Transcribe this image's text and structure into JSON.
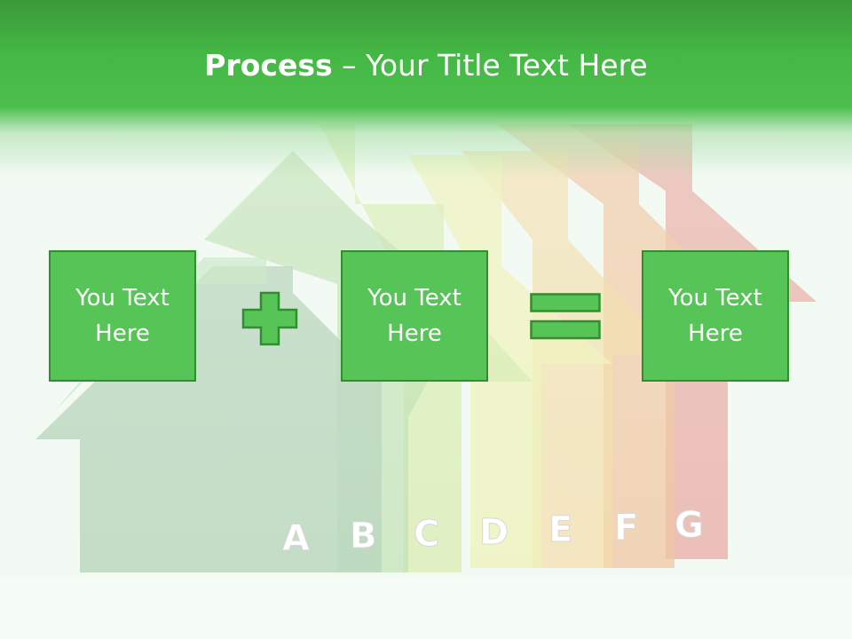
{
  "title": {
    "bold": "Process",
    "rest": " – Your Title Text Here"
  },
  "boxes": [
    {
      "line1": "You Text",
      "line2": "Here"
    },
    {
      "line1": "You Text",
      "line2": "Here"
    },
    {
      "line1": "You Text",
      "line2": "Here"
    }
  ],
  "operators": {
    "plus": "plus-icon",
    "equals": "equals-icon"
  },
  "energy_classes": [
    "A",
    "B",
    "C",
    "D",
    "E",
    "F",
    "G"
  ],
  "colors": {
    "header": "#4cbf4c",
    "box_fill": "#56c456",
    "box_border": "#2f8f2f",
    "operator": "#56c456"
  }
}
